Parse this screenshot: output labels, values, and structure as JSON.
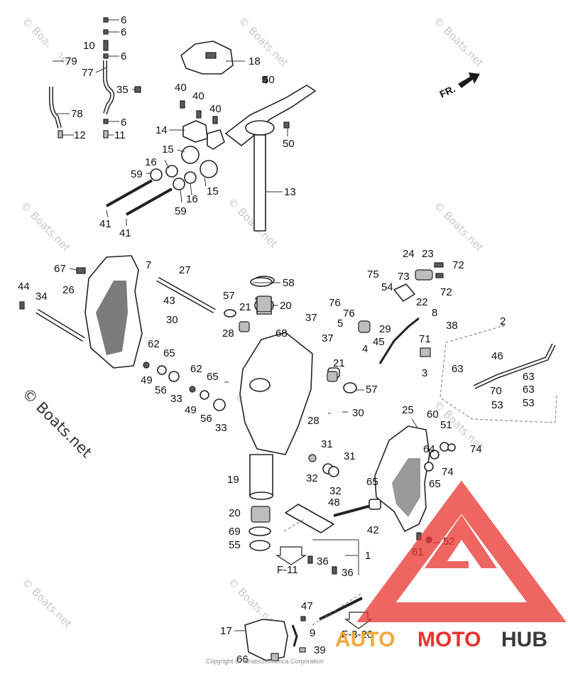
{
  "watermarks": {
    "site": "© Boats.net"
  },
  "direction": {
    "label": "FR."
  },
  "copyright": "Copyright © Tohatsu America Corporation",
  "logo": {
    "auto": "AUTO",
    "moto": "MOTO",
    "hub": "HUB",
    "colors": {
      "triangle": "#e8322e",
      "auto": "#f2a93b",
      "hub": "#3b3b3b"
    }
  },
  "references": {
    "f11": "F-11",
    "f320": "F-3-20"
  },
  "callouts": [
    {
      "id": "c79",
      "text": "79"
    },
    {
      "id": "c77",
      "text": "77"
    },
    {
      "id": "c78",
      "text": "78"
    },
    {
      "id": "c12",
      "text": "12"
    },
    {
      "id": "c11",
      "text": "11"
    },
    {
      "id": "c10",
      "text": "10"
    },
    {
      "id": "c6a",
      "text": "6"
    },
    {
      "id": "c6b",
      "text": "6"
    },
    {
      "id": "c6c",
      "text": "6"
    },
    {
      "id": "c6d",
      "text": "6"
    },
    {
      "id": "c35",
      "text": "35"
    },
    {
      "id": "c18",
      "text": "18"
    },
    {
      "id": "c50a",
      "text": "50"
    },
    {
      "id": "c50b",
      "text": "50"
    },
    {
      "id": "c40a",
      "text": "40"
    },
    {
      "id": "c40b",
      "text": "40"
    },
    {
      "id": "c40c",
      "text": "40"
    },
    {
      "id": "c14",
      "text": "14"
    },
    {
      "id": "c15a",
      "text": "15"
    },
    {
      "id": "c15b",
      "text": "15"
    },
    {
      "id": "c16a",
      "text": "16"
    },
    {
      "id": "c16b",
      "text": "16"
    },
    {
      "id": "c59a",
      "text": "59"
    },
    {
      "id": "c59b",
      "text": "59"
    },
    {
      "id": "c13",
      "text": "13"
    },
    {
      "id": "c41a",
      "text": "41"
    },
    {
      "id": "c41b",
      "text": "41"
    },
    {
      "id": "c67",
      "text": "67"
    },
    {
      "id": "c7",
      "text": "7"
    },
    {
      "id": "c27",
      "text": "27"
    },
    {
      "id": "c58",
      "text": "58"
    },
    {
      "id": "c44",
      "text": "44"
    },
    {
      "id": "c34",
      "text": "34"
    },
    {
      "id": "c26",
      "text": "26"
    },
    {
      "id": "c43",
      "text": "43"
    },
    {
      "id": "c57a",
      "text": "57"
    },
    {
      "id": "c21a",
      "text": "21"
    },
    {
      "id": "c20a",
      "text": "20"
    },
    {
      "id": "c30a",
      "text": "30"
    },
    {
      "id": "c28a",
      "text": "28"
    },
    {
      "id": "c37a",
      "text": "37"
    },
    {
      "id": "c68",
      "text": "68"
    },
    {
      "id": "c37b",
      "text": "37"
    },
    {
      "id": "c5",
      "text": "5"
    },
    {
      "id": "c4",
      "text": "4"
    },
    {
      "id": "c45",
      "text": "45"
    },
    {
      "id": "c29",
      "text": "29"
    },
    {
      "id": "c76a",
      "text": "76"
    },
    {
      "id": "c76b",
      "text": "76"
    },
    {
      "id": "c75",
      "text": "75"
    },
    {
      "id": "c54",
      "text": "54"
    },
    {
      "id": "c73",
      "text": "73"
    },
    {
      "id": "c24",
      "text": "24"
    },
    {
      "id": "c23",
      "text": "23"
    },
    {
      "id": "c72a",
      "text": "72"
    },
    {
      "id": "c72b",
      "text": "72"
    },
    {
      "id": "c22",
      "text": "22"
    },
    {
      "id": "c8",
      "text": "8"
    },
    {
      "id": "c38",
      "text": "38"
    },
    {
      "id": "c71",
      "text": "71"
    },
    {
      "id": "c3",
      "text": "3"
    },
    {
      "id": "c2",
      "text": "2"
    },
    {
      "id": "c46",
      "text": "46"
    },
    {
      "id": "c63a",
      "text": "63"
    },
    {
      "id": "c63b",
      "text": "63"
    },
    {
      "id": "c63c",
      "text": "63"
    },
    {
      "id": "c70",
      "text": "70"
    },
    {
      "id": "c53a",
      "text": "53"
    },
    {
      "id": "c53b",
      "text": "53"
    },
    {
      "id": "c62a",
      "text": "62"
    },
    {
      "id": "c65a",
      "text": "65"
    },
    {
      "id": "c49a",
      "text": "49"
    },
    {
      "id": "c56a",
      "text": "56"
    },
    {
      "id": "c33a",
      "text": "33"
    },
    {
      "id": "c62b",
      "text": "62"
    },
    {
      "id": "c65b",
      "text": "65"
    },
    {
      "id": "c49b",
      "text": "49"
    },
    {
      "id": "c56b",
      "text": "56"
    },
    {
      "id": "c33b",
      "text": "33"
    },
    {
      "id": "c21b",
      "text": "21"
    },
    {
      "id": "c57b",
      "text": "57"
    },
    {
      "id": "c28b",
      "text": "28"
    },
    {
      "id": "c30b",
      "text": "30"
    },
    {
      "id": "c25",
      "text": "25"
    },
    {
      "id": "c60",
      "text": "60"
    },
    {
      "id": "c51",
      "text": "51"
    },
    {
      "id": "c64",
      "text": "64"
    },
    {
      "id": "c74a",
      "text": "74"
    },
    {
      "id": "c74b",
      "text": "74"
    },
    {
      "id": "c65c",
      "text": "65"
    },
    {
      "id": "c31a",
      "text": "31"
    },
    {
      "id": "c31b",
      "text": "31"
    },
    {
      "id": "c32a",
      "text": "32"
    },
    {
      "id": "c32b",
      "text": "32"
    },
    {
      "id": "c19",
      "text": "19"
    },
    {
      "id": "c48",
      "text": "48"
    },
    {
      "id": "c65d",
      "text": "65"
    },
    {
      "id": "c42",
      "text": "42"
    },
    {
      "id": "c20b",
      "text": "20"
    },
    {
      "id": "c69",
      "text": "69"
    },
    {
      "id": "c55",
      "text": "55"
    },
    {
      "id": "c1",
      "text": "1"
    },
    {
      "id": "c36a",
      "text": "36"
    },
    {
      "id": "c36b",
      "text": "36"
    },
    {
      "id": "c61",
      "text": "61"
    },
    {
      "id": "c52",
      "text": "52"
    },
    {
      "id": "c47",
      "text": "47"
    },
    {
      "id": "c17",
      "text": "17"
    },
    {
      "id": "c9",
      "text": "9"
    },
    {
      "id": "c39",
      "text": "39"
    },
    {
      "id": "c66",
      "text": "66"
    }
  ]
}
